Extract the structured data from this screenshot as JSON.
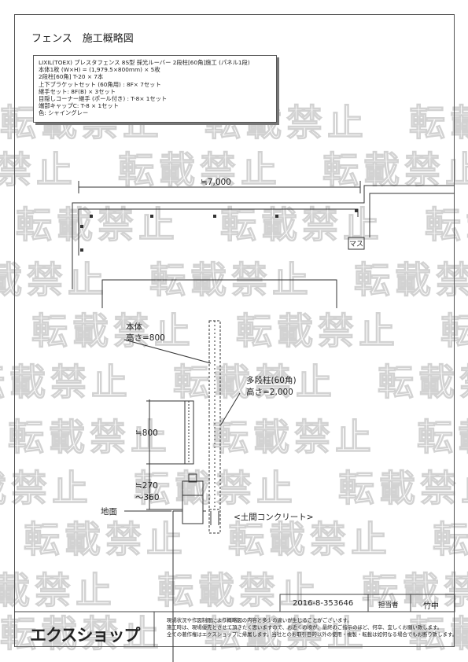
{
  "page_title": "フェンス　施工概略図",
  "spec_lines": [
    "LIXIL(TOEX) プレスタフェンス 8S型 採光ルーバー 2段柱[60角]施工 (パネル1段)",
    "本体1枚 (W×H) = (1,979.5×800mm) × 5枚",
    "2段柱[60角] T-20 × 7本",
    "上下ブラケットセット (60角用) : 8F× 7セット",
    "継手セット: 8F(B) × 3セット",
    "目隠しコーナー継手 (ポール付き) : T-8× 1セット",
    "端部キャップC: T-8 × 1セット",
    "色: シャイングレー"
  ],
  "watermark_text": "転載禁止",
  "plan": {
    "width_dim": "≒7,000",
    "meter_box": "マス"
  },
  "section": {
    "panel_label": "本体",
    "panel_height": "高さ=800",
    "post_label": "多段柱(60角)",
    "post_height": "高さ=2,000",
    "dim_800": "≒800",
    "dim_270": "≒270",
    "dim_360": "〜360",
    "ground_label": "地面",
    "concrete_label": "<土間コンクリート>"
  },
  "title_block": {
    "order_no": "2016-8-353646",
    "person_label": "担当者",
    "person_name": "竹中"
  },
  "footer": {
    "logo_text": "エクスショップ",
    "notes": [
      "現場状況や作図制限により概略図の内容と多少の違いが生じることがございます。",
      "施工時は、現場優先とさせて頂きたく思いますので、お近くの頃が、最終のご指示のほど、何卒、宜しくお願い致します。",
      "全ての著作権はエクスショップに帰属します。当社とのお取引目的以外の使用・複製・転載は如何なる場合でもお断り致します。"
    ]
  }
}
